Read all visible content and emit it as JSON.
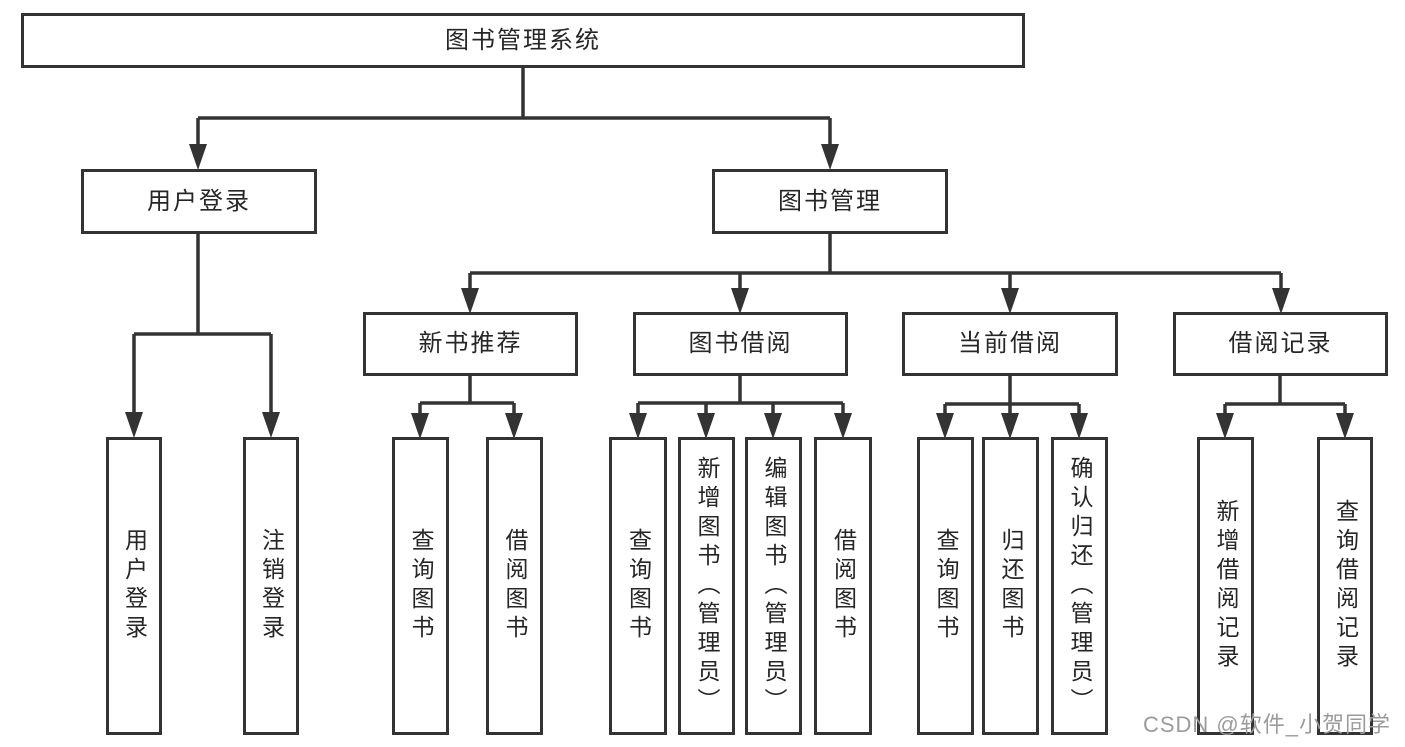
{
  "diagram": {
    "root": {
      "label": "图书管理系统"
    },
    "level2": {
      "user_login": "用户登录",
      "book_mgmt": "图书管理"
    },
    "level3": {
      "new_books": "新书推荐",
      "book_borrow": "图书借阅",
      "current_borrow": "当前借阅",
      "borrow_records": "借阅记录"
    },
    "leaves": {
      "user_login_login": "用户登录",
      "user_login_logout": "注销登录",
      "new_books_query": "查询图书",
      "new_books_borrow": "借阅图书",
      "book_borrow_query": "查询图书",
      "book_borrow_add": "新增图书（管理员）",
      "book_borrow_edit": "编辑图书（管理员）",
      "book_borrow_borrow": "借阅图书",
      "current_query": "查询图书",
      "current_return": "归还图书",
      "current_confirm": "确认归还（管理员）",
      "records_add": "新增借阅记录",
      "records_query": "查询借阅记录"
    },
    "watermark": "CSDN @软件_小贺同学",
    "colors": {
      "line": "#333333",
      "border": "#333333",
      "text": "#262626",
      "watermark": "#9b9b9b",
      "background": "#ffffff"
    }
  }
}
